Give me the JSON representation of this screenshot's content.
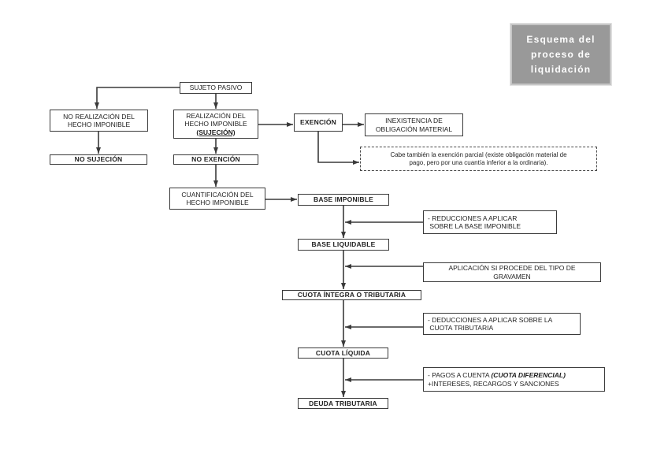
{
  "title_box": {
    "text": "Esquema del\nproceso de\nliquidación",
    "bg_color": "#999999",
    "border_color": "#c6c6c6",
    "text_color": "#ffffff"
  },
  "diagram": {
    "type": "flowchart",
    "line_color": "#3a3a3a",
    "nodes": {
      "sujeto_pasivo": {
        "label": "SUJETO PASIVO"
      },
      "no_realizacion": {
        "label": "NO REALIZACIÓN DEL\nHECHO IMPONIBLE"
      },
      "realizacion": {
        "label": "REALIZACIÓN DEL\nHECHO IMPONIBLE",
        "sublabel": "(SUJECIÓN)"
      },
      "exencion": {
        "label": "EXENCIÓN"
      },
      "inexistencia": {
        "label": "INEXISTENCIA DE\nOBLIGACIÓN MATERIAL"
      },
      "no_sujecion": {
        "label": "NO SUJECIÓN"
      },
      "no_exencion": {
        "label": "NO EXENCIÓN"
      },
      "nota_exencion": {
        "label": "Cabe también la exención parcial (existe obligación material de\npago, pero por una cuantía inferior a la ordinaria)."
      },
      "cuantificacion": {
        "label": "CUANTIFICACIÓN DEL\nHECHO IMPONIBLE"
      },
      "base_imponible": {
        "label": "BASE IMPONIBLE"
      },
      "reducciones": {
        "label": "- REDUCCIONES A APLICAR\n SOBRE LA BASE IMPONIBLE"
      },
      "base_liquidable": {
        "label": "BASE LIQUIDABLE"
      },
      "aplicacion": {
        "label": "APLICACIÓN SI PROCEDE DEL TIPO DE\nGRAVAMEN"
      },
      "cuota_integra": {
        "label": "CUOTA ÍNTEGRA O TRIBUTARIA"
      },
      "deducciones": {
        "label": "- DEDUCCIONES A APLICAR SOBRE LA\n CUOTA TRIBUTARIA"
      },
      "cuota_liquida": {
        "label": "CUOTA LÍQUIDA"
      },
      "pagos": {
        "line1_prefix": "- PAGOS A CUENTA ",
        "line1_emphasis": "(CUOTA DIFERENCIAL)",
        "line2": "+INTERESES, RECARGOS Y SANCIONES"
      },
      "deuda": {
        "label": "DEUDA TRIBUTARIA"
      }
    }
  }
}
